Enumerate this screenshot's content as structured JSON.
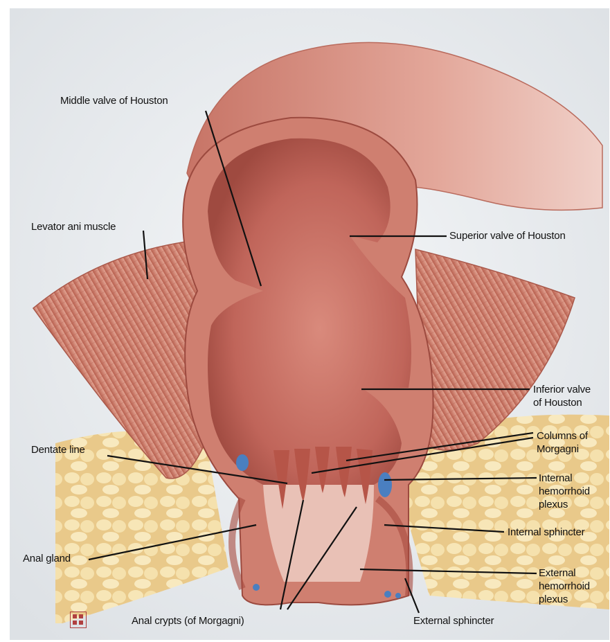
{
  "labels": {
    "middle_valve": "Middle valve of Houston",
    "levator_ani": "Levator ani muscle",
    "superior_valve": "Superior valve of Houston",
    "inferior_valve": "Inferior valve\nof Houston",
    "dentate_line": "Dentate line",
    "columns_morgagni": "Columns of\nMorgagni",
    "internal_plexus": "Internal\nhemorrhoid\nplexus",
    "anal_gland": "Anal gland",
    "internal_sphincter": "Internal sphincter",
    "external_plexus": "External\nhemorrhoid\nplexus",
    "anal_crypts": "Anal crypts (of Morgagni)",
    "external_sphincter": "External sphincter"
  },
  "colors": {
    "background": "#e9ecef",
    "mucosa": "#c8705f",
    "mucosa_dark": "#a94f42",
    "muscle": "#d48a78",
    "fat": "#f3dfa8",
    "vein": "#4a7fc0",
    "leader": "#111111"
  }
}
